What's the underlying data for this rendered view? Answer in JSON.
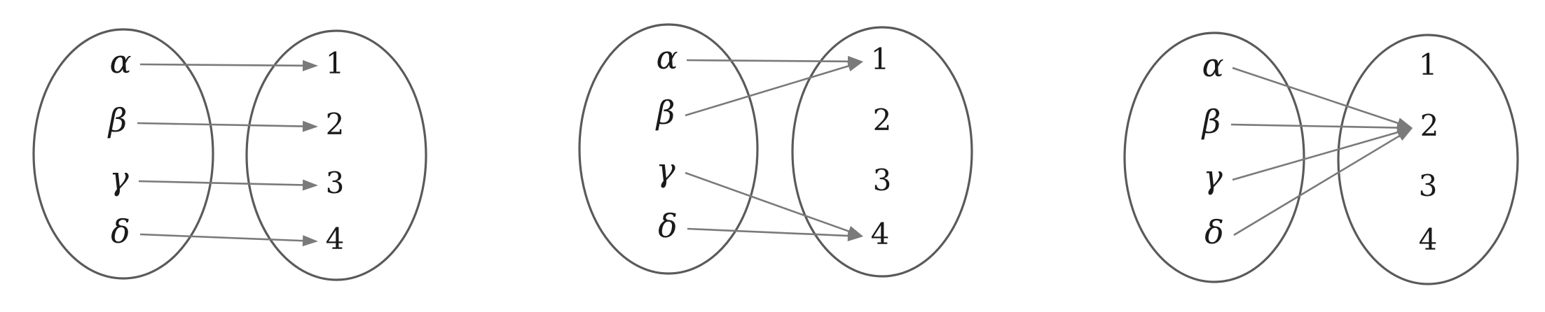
{
  "diagrams": [
    {
      "id": "injective-onto",
      "domain": [
        "α",
        "β",
        "γ",
        "δ"
      ],
      "codomain": [
        "1",
        "2",
        "3",
        "4"
      ],
      "mapping": [
        [
          0,
          0
        ],
        [
          1,
          1
        ],
        [
          2,
          2
        ],
        [
          3,
          3
        ]
      ]
    },
    {
      "id": "not-surjective",
      "domain": [
        "α",
        "β",
        "γ",
        "δ"
      ],
      "codomain": [
        "1",
        "2",
        "3",
        "4"
      ],
      "mapping": [
        [
          0,
          0
        ],
        [
          1,
          0
        ],
        [
          2,
          3
        ],
        [
          3,
          3
        ]
      ]
    },
    {
      "id": "constant",
      "domain": [
        "α",
        "β",
        "γ",
        "δ"
      ],
      "codomain": [
        "1",
        "2",
        "3",
        "4"
      ],
      "mapping": [
        [
          0,
          1
        ],
        [
          1,
          1
        ],
        [
          2,
          1
        ],
        [
          3,
          1
        ]
      ]
    }
  ],
  "colors": {
    "ellipse": "#5a5a5a",
    "arrow": "#7a7a7a",
    "text": "#1a1a1a"
  }
}
